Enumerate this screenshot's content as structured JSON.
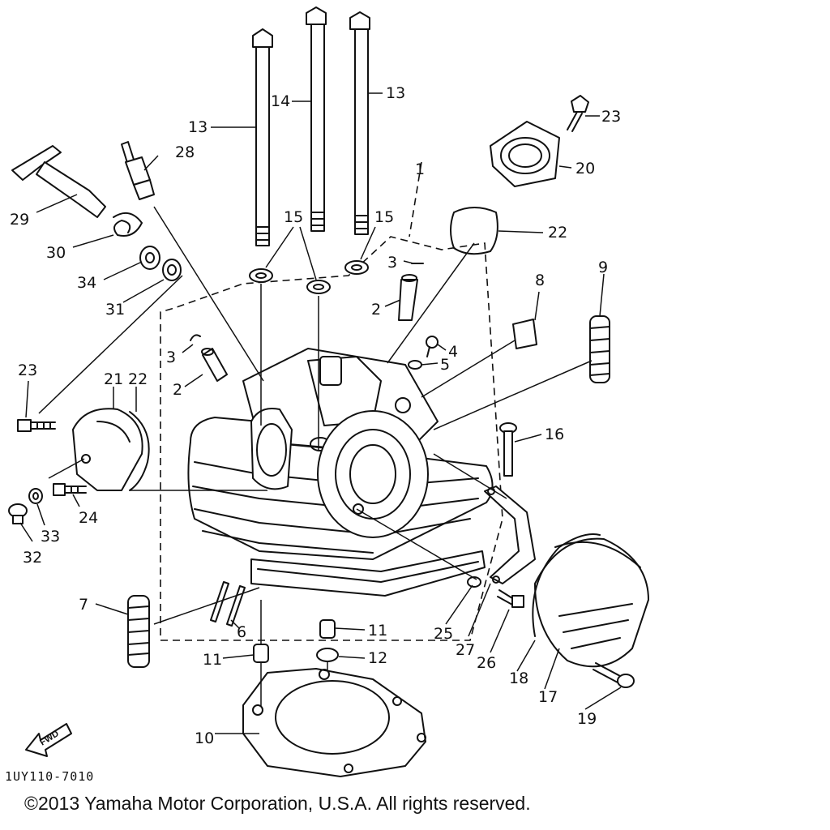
{
  "reference_code": "1UY110-7010",
  "copyright": "©2013 Yamaha Motor Corporation, U.S.A. All rights reserved.",
  "fwd_label": "FWD",
  "callouts": [
    "1",
    "2",
    "2",
    "3",
    "3",
    "4",
    "5",
    "6",
    "7",
    "8",
    "9",
    "10",
    "11",
    "11",
    "12",
    "13",
    "13",
    "14",
    "15",
    "15",
    "16",
    "17",
    "18",
    "19",
    "20",
    "21",
    "22",
    "22",
    "23",
    "23",
    "24",
    "25",
    "26",
    "27",
    "28",
    "29",
    "30",
    "31",
    "32",
    "33",
    "34"
  ]
}
